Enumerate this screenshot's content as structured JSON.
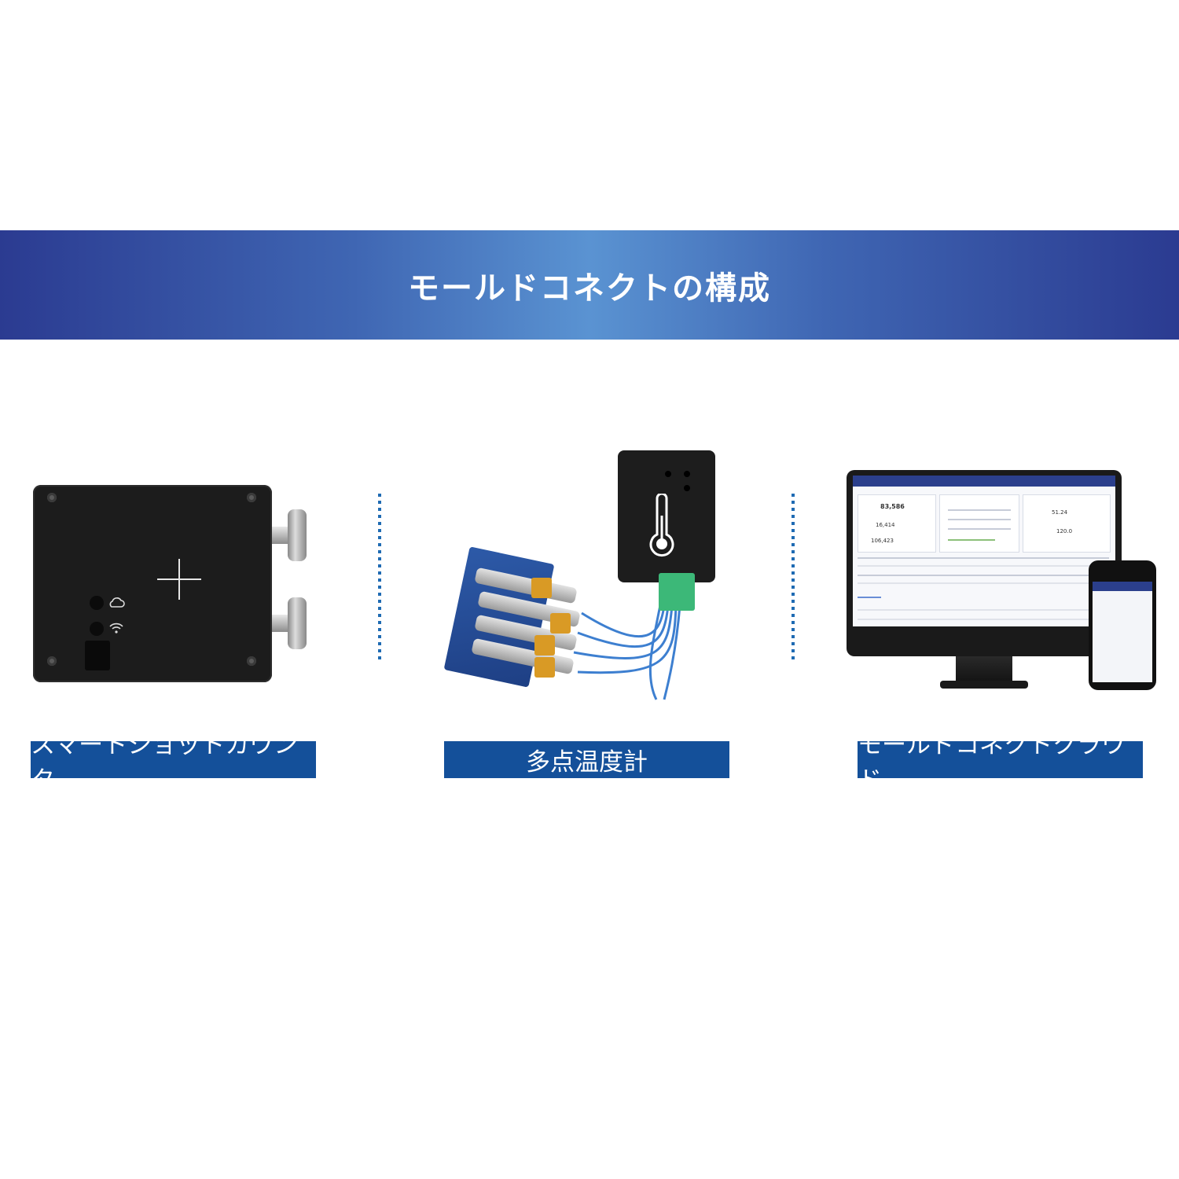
{
  "banner": {
    "title": "モールドコネクトの構成"
  },
  "products": [
    {
      "label": "スマートショットカウンタ"
    },
    {
      "label": "多点温度計"
    },
    {
      "label": "モールドコネクトクラウド"
    }
  ],
  "colors": {
    "banner_dark": "#2b3b91",
    "banner_light": "#5a93d2",
    "label_bg": "#14509a",
    "divider": "#1f6bb3"
  },
  "dashboard": {
    "metric_1": "83,586",
    "metric_2": "16,414",
    "metric_3": "106,423",
    "metric_4": "51.24",
    "metric_5": "120.0"
  }
}
